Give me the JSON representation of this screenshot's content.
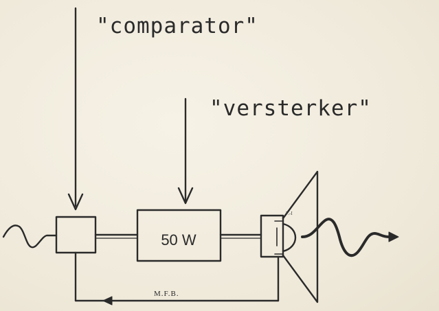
{
  "labels": {
    "comparator": "\"comparator\"",
    "versterker": "\"versterker\"",
    "amplifier_power": "50 W",
    "feedback": "M.F.B.",
    "speaker_mark": "F.-I"
  },
  "colors": {
    "ink": "#2a2a2a",
    "paper": "#f3efe2"
  }
}
